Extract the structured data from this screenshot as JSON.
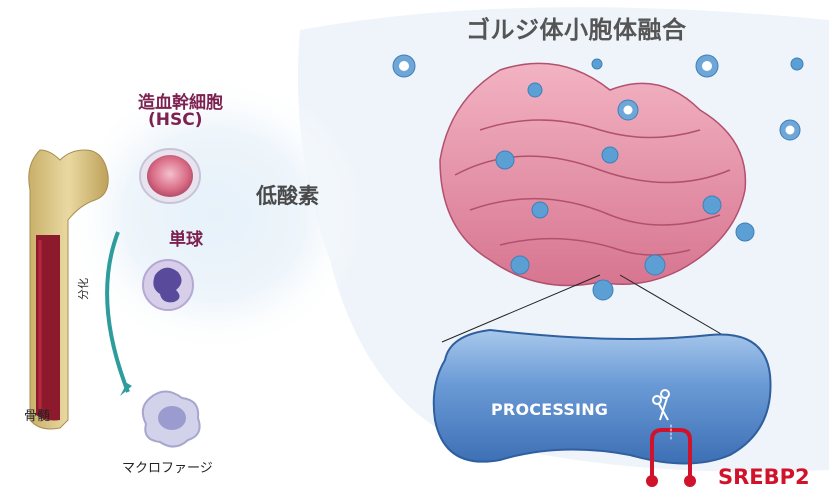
{
  "title": "ゴルジ体小胞体融合",
  "labels": {
    "hsc_line1": "造血幹細胞",
    "hsc_line2": "(HSC)",
    "hypoxia": "低酸素",
    "monocyte": "単球",
    "differentiation": "分化",
    "bone_marrow": "骨髄",
    "macrophage": "マクロファージ",
    "processing": "PROCESSING",
    "srebp2": "SREBP2"
  },
  "colors": {
    "cell_label": "#7d2150",
    "srebp": "#d0122a",
    "golgi": "#e18aa0",
    "vesicle": "#5b9fd4",
    "organelle_blue": "#4d80c0",
    "arrow": "#2e9c9c",
    "bone": "#d9c487",
    "marrow": "#8c1a2c"
  },
  "icons": [
    "bone-icon",
    "hsc-cell-icon",
    "monocyte-cell-icon",
    "macrophage-cell-icon",
    "golgi-er-icon",
    "vesicle-icon",
    "scissors-icon",
    "srebp2-protein-icon",
    "differentiation-arrow-icon"
  ]
}
